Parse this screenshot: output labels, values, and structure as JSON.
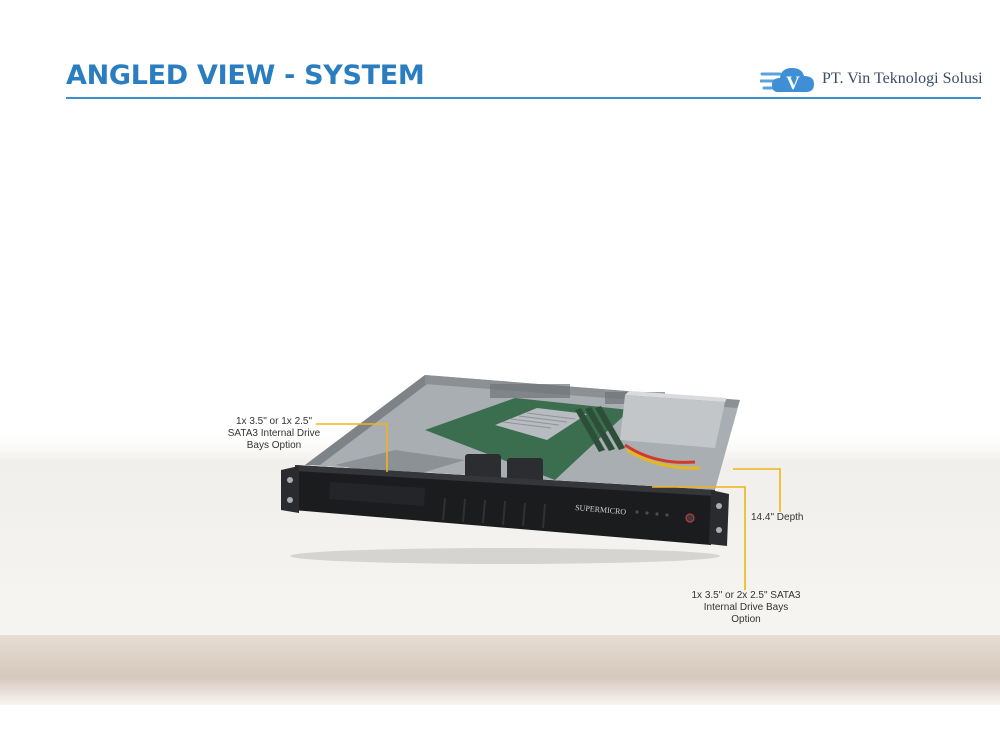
{
  "slide": {
    "title": "ANGLED VIEW - SYSTEM",
    "brand_color": "#2a7ec0"
  },
  "logo": {
    "company": "PT. Vin Teknologi Solusi",
    "mark_letter": "V",
    "icon": "cloud-v-logo-icon"
  },
  "image": {
    "front_brand": "SUPERMICRO"
  },
  "callouts": [
    {
      "lines": [
        "1x 3.5\" or 1x 2.5\"",
        "SATA3 Internal  Drive",
        "Bays Option"
      ]
    },
    {
      "lines": [
        "14.4\" Depth"
      ]
    },
    {
      "lines": [
        "1x 3.5\" or 2x 2.5\" SATA3",
        "Internal  Drive Bays",
        "Option"
      ]
    }
  ],
  "colors": {
    "leader_line": "#f2b417",
    "chassis": "#1b1c1e",
    "tray": "#9ea3a8",
    "board": "#3b6e4e"
  }
}
